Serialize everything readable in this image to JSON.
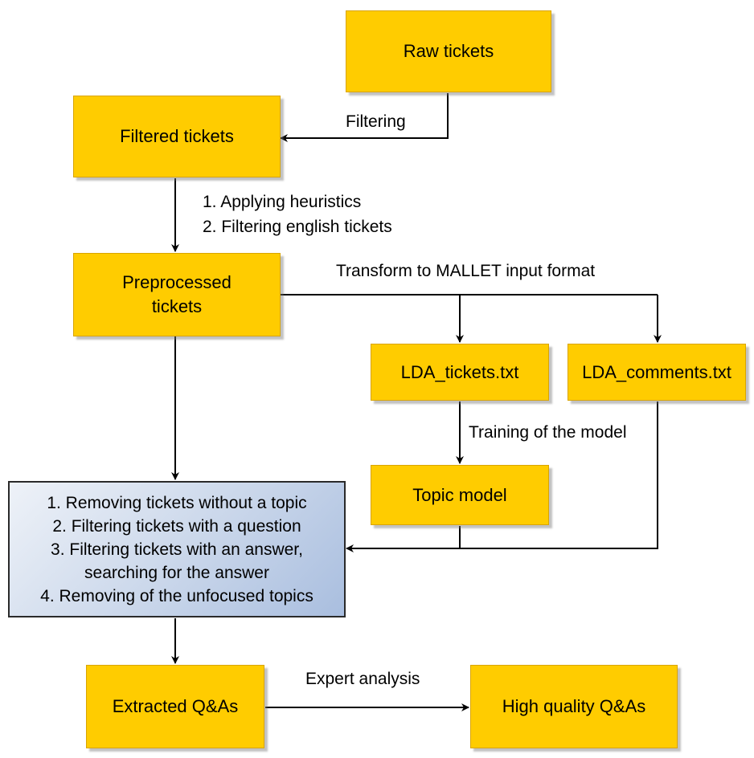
{
  "nodes": {
    "raw": "Raw tickets",
    "filtered": "Filtered tickets",
    "preprocessed": [
      "Preprocessed",
      "tickets"
    ],
    "lda_tickets": "LDA_tickets.txt",
    "lda_comments": "LDA_comments.txt",
    "topic_model": "Topic model",
    "process_steps": [
      "1. Removing tickets without a topic",
      "2. Filtering tickets with a question",
      "3. Filtering tickets with an answer,",
      "searching for the answer",
      "4. Removing of the unfocused topics"
    ],
    "extracted": "Extracted Q&As",
    "high_quality": "High quality Q&As"
  },
  "edges": {
    "filtering": "Filtering",
    "heuristics": [
      "1. Applying heuristics",
      "2. Filtering english tickets"
    ],
    "transform": "Transform to MALLET input format",
    "training": "Training of the model",
    "expert": "Expert analysis"
  },
  "colors": {
    "node_fill": "#ffcc00",
    "process_fill": "#c9d6ea",
    "edge": "#000000"
  }
}
